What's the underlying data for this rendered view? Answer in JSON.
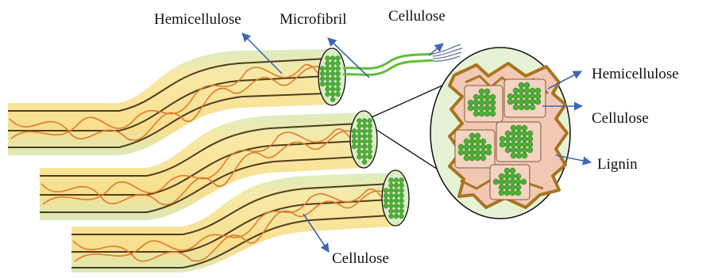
{
  "figure": {
    "labels": {
      "hemicellulose_top": "Hemicellulose",
      "microfibril": "Microfibril",
      "cellulose_top": "Cellulose",
      "hemicellulose_right": "Hemicellulose",
      "cellulose_right": "Cellulose",
      "lignin_right": "Lignin",
      "cellulose_bottom": "Cellulose"
    }
  },
  "colors": {
    "fiber_fill": "#f7e39a",
    "fiber_edge": "#d7e9b7",
    "fiber_line": "#4f3b1e",
    "hemicellulose": "#e07a2a",
    "microfibril_green": "#4caf37",
    "lignin": "#a8741f",
    "matrix_pink": "#f2c8b5",
    "zoom_fill": "#e6f2d6",
    "zoom_stroke": "#111111",
    "arrow": "#3d66b3"
  }
}
